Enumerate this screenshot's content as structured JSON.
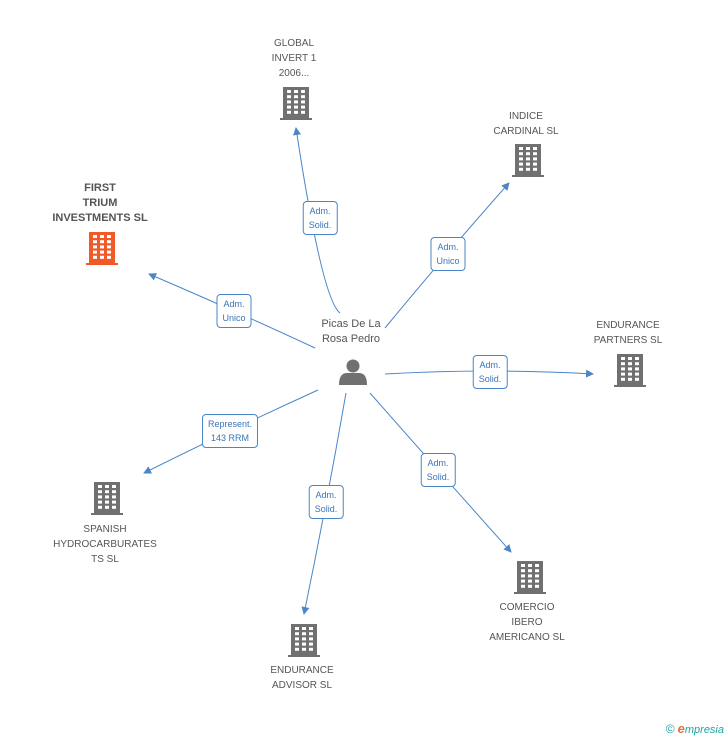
{
  "center": {
    "name_lines": [
      "Picas De La",
      "Rosa Pedro"
    ],
    "icon": "person-icon"
  },
  "colors": {
    "edge": "#4a86c8",
    "building": "#707070",
    "highlight": "#f05a28"
  },
  "nodes": [
    {
      "id": "global-invert",
      "lines": [
        "GLOBAL",
        "INVERT 1",
        "2006..."
      ],
      "icon": "building-icon",
      "highlight": false,
      "relation": [
        "Adm.",
        "Solid."
      ]
    },
    {
      "id": "indice-cardinal",
      "lines": [
        "INDICE",
        "CARDINAL SL"
      ],
      "icon": "building-icon",
      "highlight": false,
      "relation": [
        "Adm.",
        "Unico"
      ]
    },
    {
      "id": "first-trium",
      "lines": [
        "FIRST",
        "TRIUM",
        "INVESTMENTS SL"
      ],
      "icon": "building-icon",
      "highlight": true,
      "relation": [
        "Adm.",
        "Unico"
      ]
    },
    {
      "id": "endurance-partners",
      "lines": [
        "ENDURANCE",
        "PARTNERS SL"
      ],
      "icon": "building-icon",
      "highlight": false,
      "relation": [
        "Adm.",
        "Solid."
      ]
    },
    {
      "id": "spanish-hydrocarburates",
      "lines": [
        "SPANISH",
        "HYDROCARBURATES",
        "TS SL"
      ],
      "icon": "building-icon",
      "highlight": false,
      "relation": [
        "Represent.",
        "143 RRM"
      ]
    },
    {
      "id": "comercio-ibero",
      "lines": [
        "COMERCIO",
        "IBERO",
        "AMERICANO SL"
      ],
      "icon": "building-icon",
      "highlight": false,
      "relation": [
        "Adm.",
        "Solid."
      ]
    },
    {
      "id": "endurance-advisor",
      "lines": [
        "ENDURANCE",
        "ADVISOR  SL"
      ],
      "icon": "building-icon",
      "highlight": false,
      "relation": [
        "Adm.",
        "Solid."
      ]
    }
  ],
  "footer": {
    "copyright": "©",
    "brand_initial": "e",
    "brand_rest": "mpresia"
  }
}
